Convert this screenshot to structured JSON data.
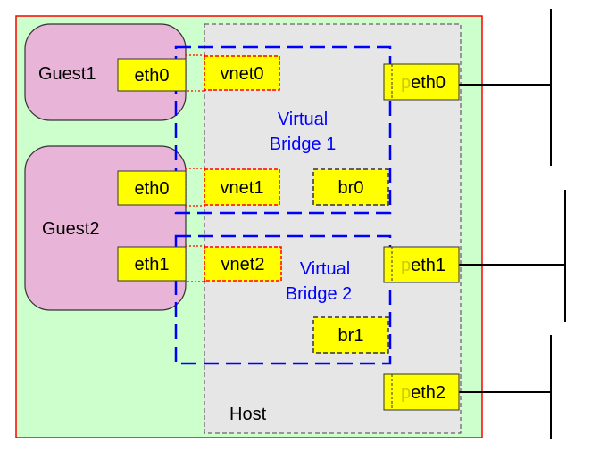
{
  "guests": {
    "guest1": {
      "label": "Guest1",
      "eth0": "eth0",
      "vnet": "vnet0"
    },
    "guest2": {
      "label": "Guest2",
      "eth0": "eth0",
      "eth1": "eth1",
      "vnet1": "vnet1",
      "vnet2": "vnet2"
    }
  },
  "host": {
    "label": "Host"
  },
  "bridges": {
    "bridge1": {
      "line1": "Virtual",
      "line2": "Bridge 1",
      "iface": "br0"
    },
    "bridge2": {
      "line1": "Virtual",
      "line2": "Bridge 2",
      "iface": "br1"
    }
  },
  "physical": {
    "peth0": {
      "prefix": "p",
      "name": "eth0"
    },
    "peth1": {
      "prefix": "p",
      "name": "eth1"
    },
    "peth2": {
      "prefix": "p",
      "name": "eth2"
    }
  },
  "colors": {
    "outer_fill": "#ccffcc",
    "outer_border": "#ff0000",
    "host_fill": "#e6e6e6",
    "guest_fill": "#e8b4d8",
    "iface_fill": "#ffff00",
    "bridge_border": "#0000ff",
    "bridge_text": "#0000ff",
    "vnet_border": "#ff0000",
    "p_prefix": "#cccc00"
  }
}
